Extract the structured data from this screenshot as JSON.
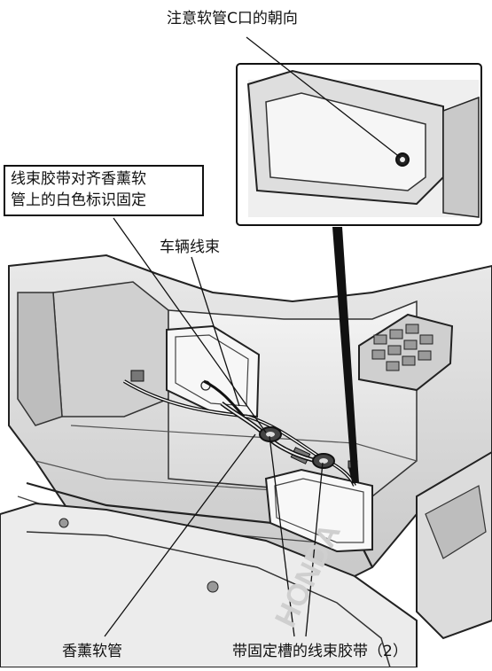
{
  "callouts": {
    "hose_port_orientation": "注意软管C口的朝向",
    "clamp_alignment_line1": "线束胶带对齐香薰软",
    "clamp_alignment_line2": "管上的白色标识固定",
    "vehicle_harness": "车辆线束",
    "fragrance_hose": "香薰软管",
    "harness_clip_with_slot": "带固定槽的线束胶带（2）"
  },
  "watermark": "HONDA"
}
